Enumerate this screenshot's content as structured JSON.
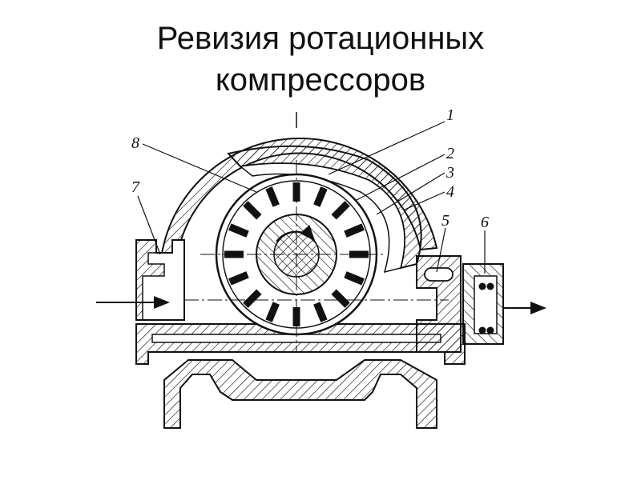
{
  "slide": {
    "title_line1": "Ревизия ротационных",
    "title_line2": "компрессоров"
  },
  "diagram": {
    "labels": [
      "1",
      "2",
      "3",
      "4",
      "5",
      "6",
      "7",
      "8"
    ]
  }
}
